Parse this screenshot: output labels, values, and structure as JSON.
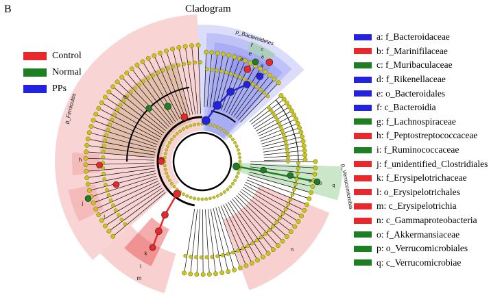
{
  "panel_letter": "B",
  "title": "Cladogram",
  "colors": {
    "control": "#e8282b",
    "normal": "#1e7f22",
    "pps": "#2222e0",
    "node": "#c9c41d",
    "control_fill": "#f4b0b0",
    "normal_fill": "#9fd49f",
    "pps_fill": "#8a8ff0"
  },
  "group_legend": [
    {
      "label": "Control",
      "color": "#e8282b"
    },
    {
      "label": "Normal",
      "color": "#1e7f22"
    },
    {
      "label": "PPs",
      "color": "#2222e0"
    }
  ],
  "taxa_legend": [
    {
      "label": "a: f_Bacteroidaceae",
      "color": "#2222e0"
    },
    {
      "label": "b: f_Marinifilaceae",
      "color": "#e8282b"
    },
    {
      "label": "c: f_Muribaculaceae",
      "color": "#1e7f22"
    },
    {
      "label": "d: f_Rikenellaceae",
      "color": "#2222e0"
    },
    {
      "label": "e: o_Bacteroidales",
      "color": "#2222e0"
    },
    {
      "label": "f: c_Bacteroidia",
      "color": "#2222e0"
    },
    {
      "label": "g: f_Lachnospiraceae",
      "color": "#1e7f22"
    },
    {
      "label": "h: f_Peptostreptococcaceae",
      "color": "#e8282b"
    },
    {
      "label": "i: f_Ruminococcaceae",
      "color": "#1e7f22"
    },
    {
      "label": "j: f_unidentified_Clostridiales",
      "color": "#e8282b"
    },
    {
      "label": "k: f_Erysipelotrichaceae",
      "color": "#e8282b"
    },
    {
      "label": "l: o_Erysipelotrichales",
      "color": "#e8282b"
    },
    {
      "label": "m: c_Erysipelotrichia",
      "color": "#e8282b"
    },
    {
      "label": "n: c_Gammaproteobacteria",
      "color": "#e8282b"
    },
    {
      "label": "o: f_Akkermansiaceae",
      "color": "#1e7f22"
    },
    {
      "label": "p: o_Verrucomicrobiales",
      "color": "#1e7f22"
    },
    {
      "label": "q: c_Verrucomicrobiae",
      "color": "#1e7f22"
    }
  ],
  "clade_labels": {
    "bacteroidetes": "p_Bacteroidetes",
    "firmicutes": "p_Firmicutes",
    "verrucomicrobia": "p_Verrucomicrobia",
    "a": "a",
    "b": "b",
    "c": "c",
    "d": "d",
    "e": "e",
    "f": "f",
    "g": "g",
    "h": "h",
    "i": "i",
    "j": "j",
    "k": "k",
    "l": "l",
    "m": "m",
    "n": "n",
    "o": "o",
    "p": "p",
    "q": "q"
  }
}
